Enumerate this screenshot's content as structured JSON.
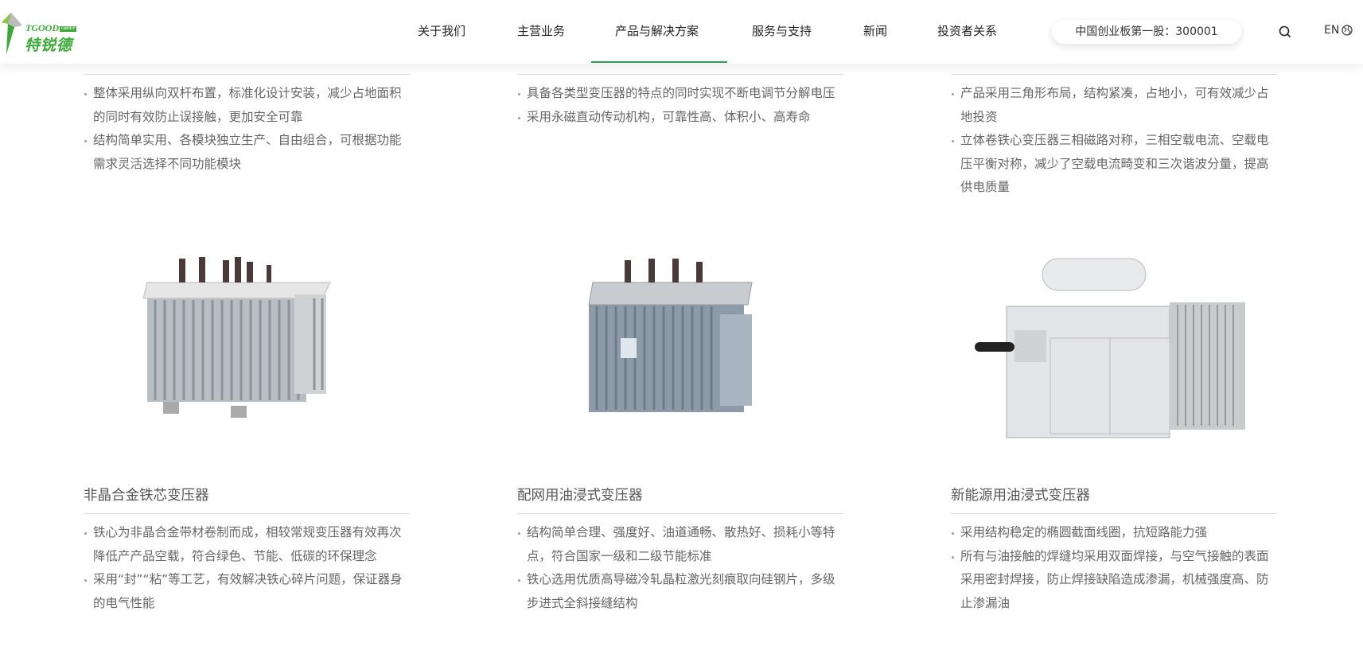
{
  "header": {
    "logo": {
      "en": "TGOOD",
      "badge": "GROUP",
      "cn": "特锐德"
    },
    "nav": [
      "关于我们",
      "主营业务",
      "产品与解决方案",
      "服务与支持",
      "新闻",
      "投资者关系"
    ],
    "active_nav": "产品与解决方案",
    "stock_label": "中国创业板第一股：300001",
    "lang": "EN",
    "accent": "#2aa34a"
  },
  "top_products": [
    {
      "bullets": [
        "整体采用纵向双杆布置，标准化设计安装，减少占地面积的同时有效防止误接触，更加安全可靠",
        "结构简单实用、各模块独立生产、自由组合，可根据功能需求灵活选择不同功能模块"
      ]
    },
    {
      "bullets": [
        "具备各类型变压器的特点的同时实现不断电调节分解电压",
        "采用永磁直动传动机构，可靠性高、体积小、高寿命"
      ]
    },
    {
      "bullets": [
        "产品采用三角形布局，结构紧凑，占地小，可有效减少占地投资",
        "立体卷铁心变压器三相磁路对称，三相空载电流、空载电压平衡对称，减少了空载电流畸变和三次谐波分量，提高供电质量"
      ]
    }
  ],
  "products": [
    {
      "title": "非晶合金铁芯变压器",
      "bullets": [
        "铁心为非晶合金带材卷制而成，相较常规变压器有效再次降低产产品空载，符合绿色、节能、低碳的环保理念",
        "采用“封”“粘”等工艺，有效解决铁心碎片问题，保证器身的电气性能"
      ]
    },
    {
      "title": "配网用油浸式变压器",
      "bullets": [
        "结构简单合理、强度好、油道通畅、散热好、损耗小等特点，符合国家一级和二级节能标准",
        "铁心选用优质高导磁冷轧晶粒激光刻痕取向硅钢片，多级步进式全斜接缝结构"
      ]
    },
    {
      "title": "新能源用油浸式变压器",
      "bullets": [
        "采用结构稳定的椭圆截面线圈，抗短路能力强",
        "所有与油接触的焊缝均采用双面焊接，与空气接触的表面采用密封焊接，防止焊接缺陷造成渗漏，机械强度高、防止渗漏油"
      ]
    }
  ]
}
